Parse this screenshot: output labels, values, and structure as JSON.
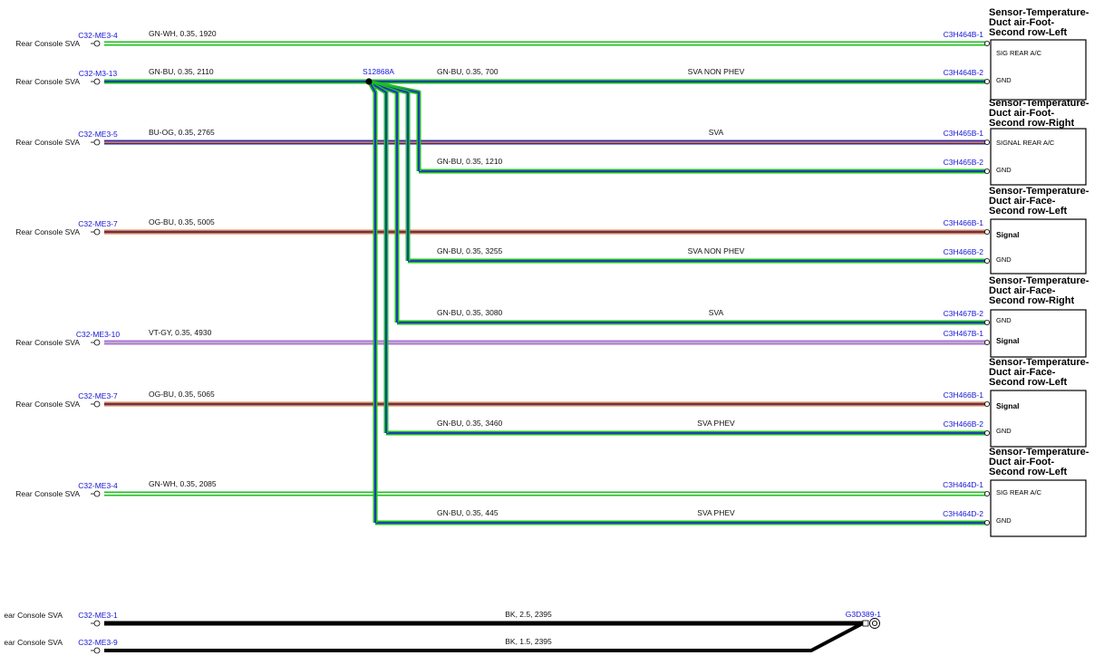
{
  "colors": {
    "GN": "#1fbf1f",
    "WH": "#ffffff",
    "BU": "#1f2fc8",
    "OG": "#f07a10",
    "VT": "#b070e0",
    "GY": "#b8b8b8",
    "BK": "#000000",
    "connector_text": "#1515d8"
  },
  "splice": {
    "label": "S12868A"
  },
  "circuits": [
    {
      "source": "Rear Console SVA",
      "from": "C32-ME3-4",
      "wire": "GN-WH,  0.35,  1920",
      "note": "",
      "to": "C3H464B-1",
      "color": "GN-WH"
    },
    {
      "source": "Rear Console SVA",
      "from": "C32-M3-13",
      "wire": "GN-BU,  0.35,  2110",
      "note": "",
      "to": "",
      "color": "GN-BU"
    },
    {
      "source": "",
      "from": "",
      "wire": "GN-BU,  0.35,  700",
      "note": "SVA NON PHEV",
      "to": "C3H464B-2",
      "color": "GN-BU"
    },
    {
      "source": "Rear Console SVA",
      "from": "C32-ME3-5",
      "wire": "BU-OG,  0.35,  2765",
      "note": "SVA",
      "to": "C3H465B-1",
      "color": "BU-OG"
    },
    {
      "source": "",
      "from": "",
      "wire": "GN-BU,  0.35,  1210",
      "note": "",
      "to": "C3H465B-2",
      "color": "GN-BU"
    },
    {
      "source": "Rear Console SVA",
      "from": "C32-ME3-7",
      "wire": "OG-BU,  0.35,  5005",
      "note": "",
      "to": "C3H466B-1",
      "color": "OG-BU"
    },
    {
      "source": "",
      "from": "",
      "wire": "GN-BU,  0.35,  3255",
      "note": "SVA NON PHEV",
      "to": "C3H466B-2",
      "color": "GN-BU"
    },
    {
      "source": "",
      "from": "",
      "wire": "GN-BU,  0.35,  3080",
      "note": "SVA",
      "to": "C3H467B-2",
      "color": "GN-BU"
    },
    {
      "source": "Rear Console SVA",
      "from": "C32-ME3-10",
      "wire": "VT-GY,  0.35,  4930",
      "note": "",
      "to": "C3H467B-1",
      "color": "VT-GY"
    },
    {
      "source": "Rear Console SVA",
      "from": "C32-ME3-7",
      "wire": "OG-BU,  0.35,  5065",
      "note": "",
      "to": "C3H466B-1",
      "color": "OG-BU"
    },
    {
      "source": "",
      "from": "",
      "wire": "GN-BU,  0.35,  3460",
      "note": "SVA PHEV",
      "to": "C3H466B-2",
      "color": "GN-BU"
    },
    {
      "source": "Rear Console SVA",
      "from": "C32-ME3-4",
      "wire": "GN-WH,  0.35,  2085",
      "note": "",
      "to": "C3H464D-1",
      "color": "GN-WH"
    },
    {
      "source": "",
      "from": "",
      "wire": "GN-BU,  0.35,  445",
      "note": "SVA PHEV",
      "to": "C3H464D-2",
      "color": "GN-BU"
    },
    {
      "source": "ear Console SVA",
      "from": "C32-ME3-1",
      "wire": "BK,  2.5,  2395",
      "note": "",
      "to": "G3D389-1",
      "color": "BK"
    },
    {
      "source": "ear Console SVA",
      "from": "C32-ME3-9",
      "wire": "BK,  1.5,  2395",
      "note": "",
      "to": "",
      "color": "BK"
    }
  ],
  "components": [
    {
      "title": [
        "Sensor-Temperature-",
        "Duct air-Foot-",
        "Second row-Left"
      ],
      "pins": [
        "SIG REAR A/C",
        "GND"
      ],
      "bold": false
    },
    {
      "title": [
        "Sensor-Temperature-",
        "Duct air-Foot-",
        "Second row-Right"
      ],
      "pins": [
        "SIGNAL REAR A/C",
        "GND"
      ],
      "bold": false
    },
    {
      "title": [
        "Sensor-Temperature-",
        "Duct air-Face-",
        "Second row-Left"
      ],
      "pins": [
        "Signal",
        "GND"
      ],
      "bold": true
    },
    {
      "title": [
        "Sensor-Temperature-",
        "Duct air-Face-",
        "Second row-Right"
      ],
      "pins": [
        "GND",
        "Signal"
      ],
      "bold": true
    },
    {
      "title": [
        "Sensor-Temperature-",
        "Duct air-Face-",
        "Second row-Left"
      ],
      "pins": [
        "Signal",
        "GND"
      ],
      "bold": true
    },
    {
      "title": [
        "Sensor-Temperature-",
        "Duct air-Foot-",
        "Second row-Left"
      ],
      "pins": [
        "SIG REAR A/C",
        "GND"
      ],
      "bold": false
    }
  ]
}
